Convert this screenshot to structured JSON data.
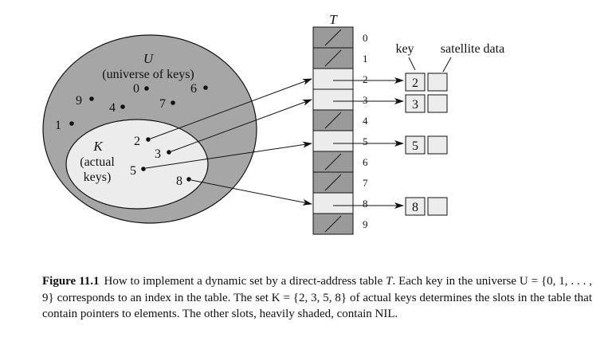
{
  "diagram": {
    "table_label": "T",
    "universe_label": "U",
    "universe_desc": "(universe of keys)",
    "universe_keys": [
      "0",
      "1",
      "4",
      "6",
      "7",
      "9"
    ],
    "actual_label": "K",
    "actual_desc_line1": "(actual",
    "actual_desc_line2": "keys)",
    "actual_keys": [
      "2",
      "3",
      "5",
      "8"
    ],
    "slot_indices": [
      "0",
      "1",
      "2",
      "3",
      "4",
      "5",
      "6",
      "7",
      "8",
      "9"
    ],
    "element_keys": [
      "2",
      "3",
      "5",
      "8"
    ],
    "key_header": "key",
    "satellite_header": "satellite data",
    "colors": {
      "universe_fill": "#a6a6a6",
      "actual_fill": "#ececec",
      "nil_slot_fill": "#9a9a9a",
      "pointer_slot_fill": "#ececec",
      "element_fill": "#ececec",
      "ink": "#111111"
    }
  },
  "caption": {
    "label": "Figure 11.1",
    "text_part1": "How to implement a dynamic set by a direct-address table ",
    "table_var": "T",
    "text_part2": ". Each key in the universe ",
    "universe_expr": "U = {0, 1, . . . , 9}",
    "text_part3": " corresponds to an index in the table. The set ",
    "actual_expr": "K = {2, 3, 5, 8}",
    "text_part4": " of actual keys determines the slots in the table that contain pointers to elements. The other slots, heavily shaded, contain ",
    "nil_word": "NIL",
    "text_part5": "."
  }
}
